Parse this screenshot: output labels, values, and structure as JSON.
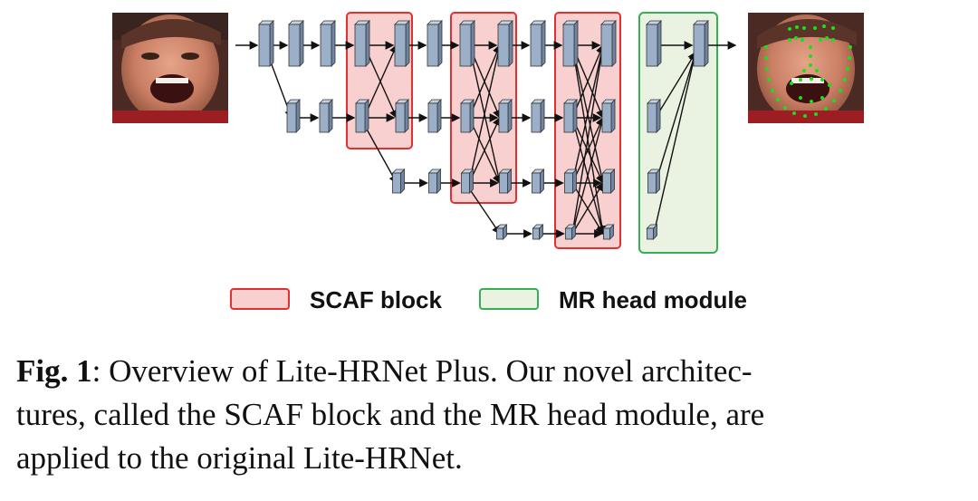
{
  "legend": {
    "scaf_label": "SCAF block",
    "mr_label": "MR head module"
  },
  "caption": {
    "label": "Fig. 1",
    "line1": ": Overview of Lite-HRNet Plus. Our novel architec-",
    "line2": "tures, called the SCAF block and the MR head module, are",
    "line3": "applied to the original Lite-HRNet."
  },
  "colors": {
    "scaf_fill": "#f9d0d0",
    "scaf_stroke": "#e23030",
    "mr_fill": "#eaf2e2",
    "mr_stroke": "#33b050",
    "feature_map": "#9bb0c8",
    "landmark": "#19e019"
  },
  "icons": [
    "input-face-image",
    "output-face-landmarks",
    "arrow-icon"
  ]
}
